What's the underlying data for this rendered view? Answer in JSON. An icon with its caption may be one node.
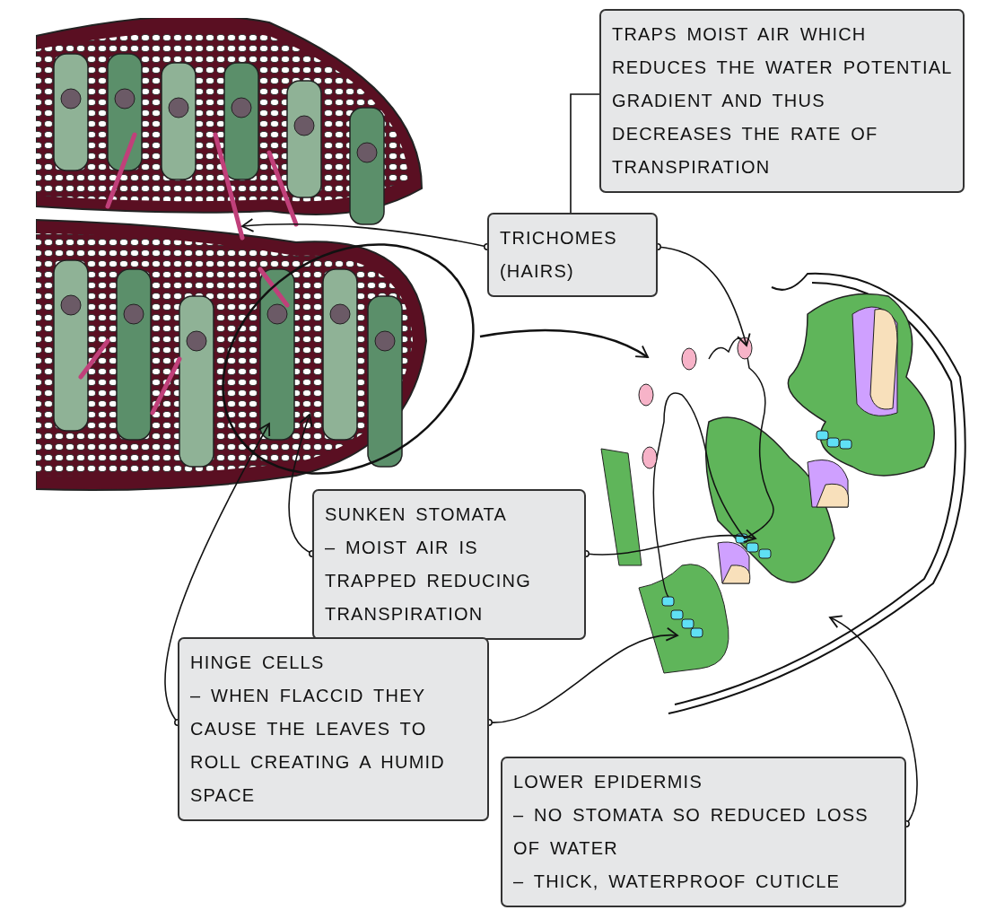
{
  "diagram": {
    "nodes": [
      {
        "text": [
          "TRAPS MOIST AIR WHICH REDUCES THE WATER POTENTIAL GRADIENT AND THUS DECREASES THE RATE OF TRANSPIRATION"
        ]
      },
      {
        "text": [
          "TRICHOMES (HAIRS)"
        ]
      },
      {
        "text": [
          "SUNKEN STOMATA",
          "– MOIST AIR IS TRAPPED REDUCING TRANSPIRATION"
        ]
      },
      {
        "text": [
          "HINGE CELLS",
          "– WHEN FLACCID THEY CAUSE THE LEAVES TO ROLL CREATING A HUMID SPACE"
        ]
      },
      {
        "text": [
          "LOWER EPIDERMIS",
          "– NO STOMATA SO REDUCED LOSS OF WATER",
          "– THICK, WATERPROOF CUTICLE"
        ]
      },
      {
        "text": [],
        "shape": "picture"
      },
      {
        "text": [],
        "shape": "circle"
      },
      {
        "text": [],
        "shape": "picture"
      }
    ],
    "edges": [
      {
        "from": 0,
        "to": 1,
        "arrow": "none"
      },
      {
        "from": 1,
        "to": 5,
        "arrow": "to"
      },
      {
        "from": 1,
        "to": 7,
        "arrow": "to"
      },
      {
        "from": 2,
        "to": 5,
        "arrow": "to"
      },
      {
        "from": 2,
        "to": 7,
        "arrow": "to"
      },
      {
        "from": 3,
        "to": 5,
        "arrow": "to"
      },
      {
        "from": 3,
        "to": 7,
        "arrow": "to"
      },
      {
        "from": 4,
        "to": 7,
        "arrow": "to"
      },
      {
        "from": 6,
        "to": 7,
        "arrow": "to"
      }
    ]
  }
}
